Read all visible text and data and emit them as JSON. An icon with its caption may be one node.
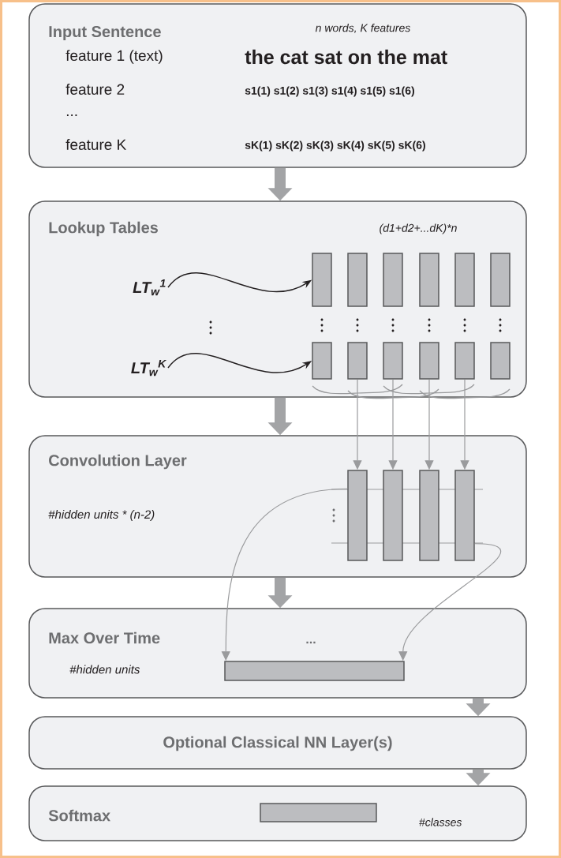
{
  "diagram": {
    "nodes": [
      {
        "text": [
          "Input Sentence",
          "n words, K features",
          "feature 1 (text)",
          "the cat sat on the mat",
          "feature 2",
          "s1(1) s1(2) s1(3) s1(4) s1(5) s1(6)",
          "...",
          "feature K",
          "sK(1) sK(2) sK(3) sK(4) sK(5) sK(6)"
        ]
      },
      {
        "text": [
          "Lookup Tables",
          "(d1+d2+...dK)*n"
        ]
      },
      {
        "text": [
          "LT$_{w}$$^{1}$"
        ],
        "in": 1
      },
      {
        "text": [
          "LT$_{w}$$^{K}$"
        ],
        "in": 1
      },
      {
        "text": [],
        "shape": "bar",
        "in": 1
      },
      {
        "text": [],
        "shape": "bar",
        "in": 1
      },
      {
        "text": [],
        "shape": "bar",
        "in": 1
      },
      {
        "text": [],
        "shape": "bar",
        "in": 1
      },
      {
        "text": [],
        "shape": "bar",
        "in": 1
      },
      {
        "text": [],
        "shape": "bar",
        "in": 1
      },
      {
        "text": [],
        "shape": "bar",
        "in": 1
      },
      {
        "text": [],
        "shape": "bar",
        "in": 1
      },
      {
        "text": [],
        "shape": "bar",
        "in": 1
      },
      {
        "text": [],
        "shape": "bar",
        "in": 1
      },
      {
        "text": [],
        "shape": "bar",
        "in": 1
      },
      {
        "text": [],
        "shape": "bar",
        "in": 1
      },
      {
        "text": [
          "Convolution Layer",
          "#hidden units * (n-2)"
        ]
      },
      {
        "text": [],
        "shape": "bar",
        "in": 16
      },
      {
        "text": [],
        "shape": "bar",
        "in": 16
      },
      {
        "text": [],
        "shape": "bar",
        "in": 16
      },
      {
        "text": [],
        "shape": "bar",
        "in": 16
      },
      {
        "text": [
          "Max Over Time",
          "#hidden units",
          "..."
        ]
      },
      {
        "text": [],
        "shape": "bar",
        "in": 21
      },
      {
        "text": [
          "Optional Classical NN Layer(s)"
        ]
      },
      {
        "text": [
          "Softmax"
        ]
      },
      {
        "text": [],
        "shape": "bar",
        "in": 24,
        "beside": [
          "#classes"
        ]
      }
    ],
    "edges": [
      {
        "from": 0,
        "to": 1,
        "arrow": "to",
        "style": "thick"
      },
      {
        "from": 1,
        "to": 16,
        "arrow": "to",
        "style": "thick"
      },
      {
        "from": 16,
        "to": 21,
        "arrow": "to",
        "style": "thick"
      },
      {
        "from": 21,
        "to": 23,
        "arrow": "to",
        "style": "thick"
      },
      {
        "from": 23,
        "to": 24,
        "arrow": "to",
        "style": "thick"
      },
      {
        "from": 2,
        "to": 4,
        "arrow": "to",
        "color": "#231f20"
      },
      {
        "from": 3,
        "to": 10,
        "arrow": "to",
        "color": "#231f20"
      },
      {
        "from": 11,
        "to": 17,
        "arrow": "to"
      },
      {
        "from": 12,
        "to": 18,
        "arrow": "to"
      },
      {
        "from": 13,
        "to": 19,
        "arrow": "to"
      },
      {
        "from": 14,
        "to": 20,
        "arrow": "to"
      },
      {
        "from": 17,
        "to": 22,
        "arrow": "to"
      },
      {
        "from": 20,
        "to": 22,
        "arrow": "to"
      }
    ]
  }
}
